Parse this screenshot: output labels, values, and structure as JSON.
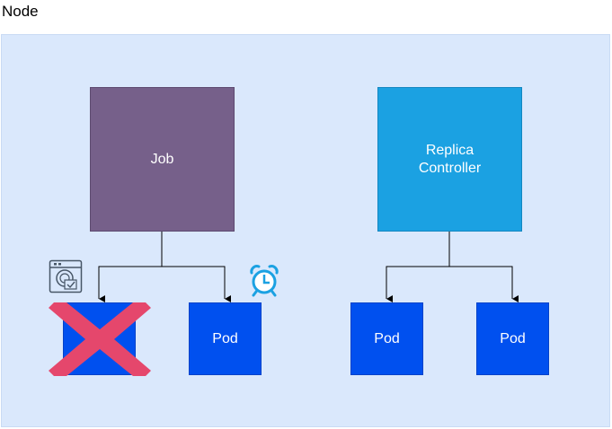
{
  "title": "Node",
  "job": {
    "label": "Job"
  },
  "replica_controller": {
    "label": "Replica\nController"
  },
  "pods": [
    {
      "label": ""
    },
    {
      "label": "Pod"
    },
    {
      "label": "Pod"
    },
    {
      "label": "Pod"
    }
  ],
  "icons": {
    "failed_pod": "cross-icon",
    "completed_job": "job-complete-icon",
    "scheduled": "alarm-clock-icon"
  },
  "colors": {
    "node_bg": "#dae8fc",
    "job": "#76608a",
    "replica_controller": "#1ba1e2",
    "pod": "#0050ef",
    "cross": "#e5476c",
    "clock": "#1ba1e2"
  }
}
